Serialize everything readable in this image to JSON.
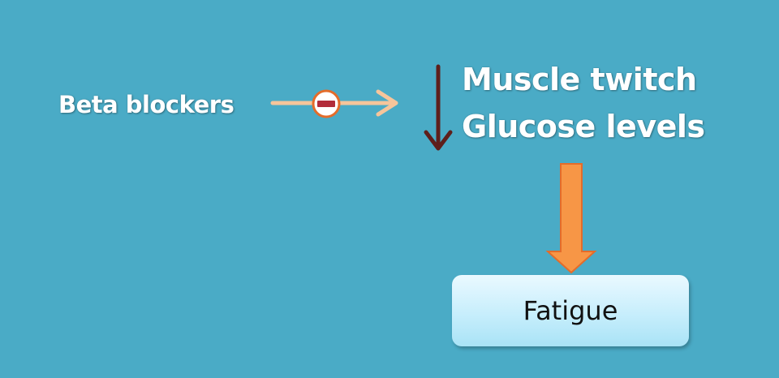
{
  "diagram": {
    "cause_label": "Beta blockers",
    "effects": [
      "Muscle twitch",
      "Glucose levels"
    ],
    "result_label": "Fatigue",
    "inhibition_sign": "minus-sign",
    "colors": {
      "background": "#4aabc6",
      "inhibit_arrow": "#f6c59b",
      "inhibit_circle_border": "#e46c2a",
      "minus_bar": "#b22c3a",
      "decrease_arrow": "#5e1f1b",
      "result_arrow": "#f79646",
      "result_box": "#c7eefc"
    }
  }
}
